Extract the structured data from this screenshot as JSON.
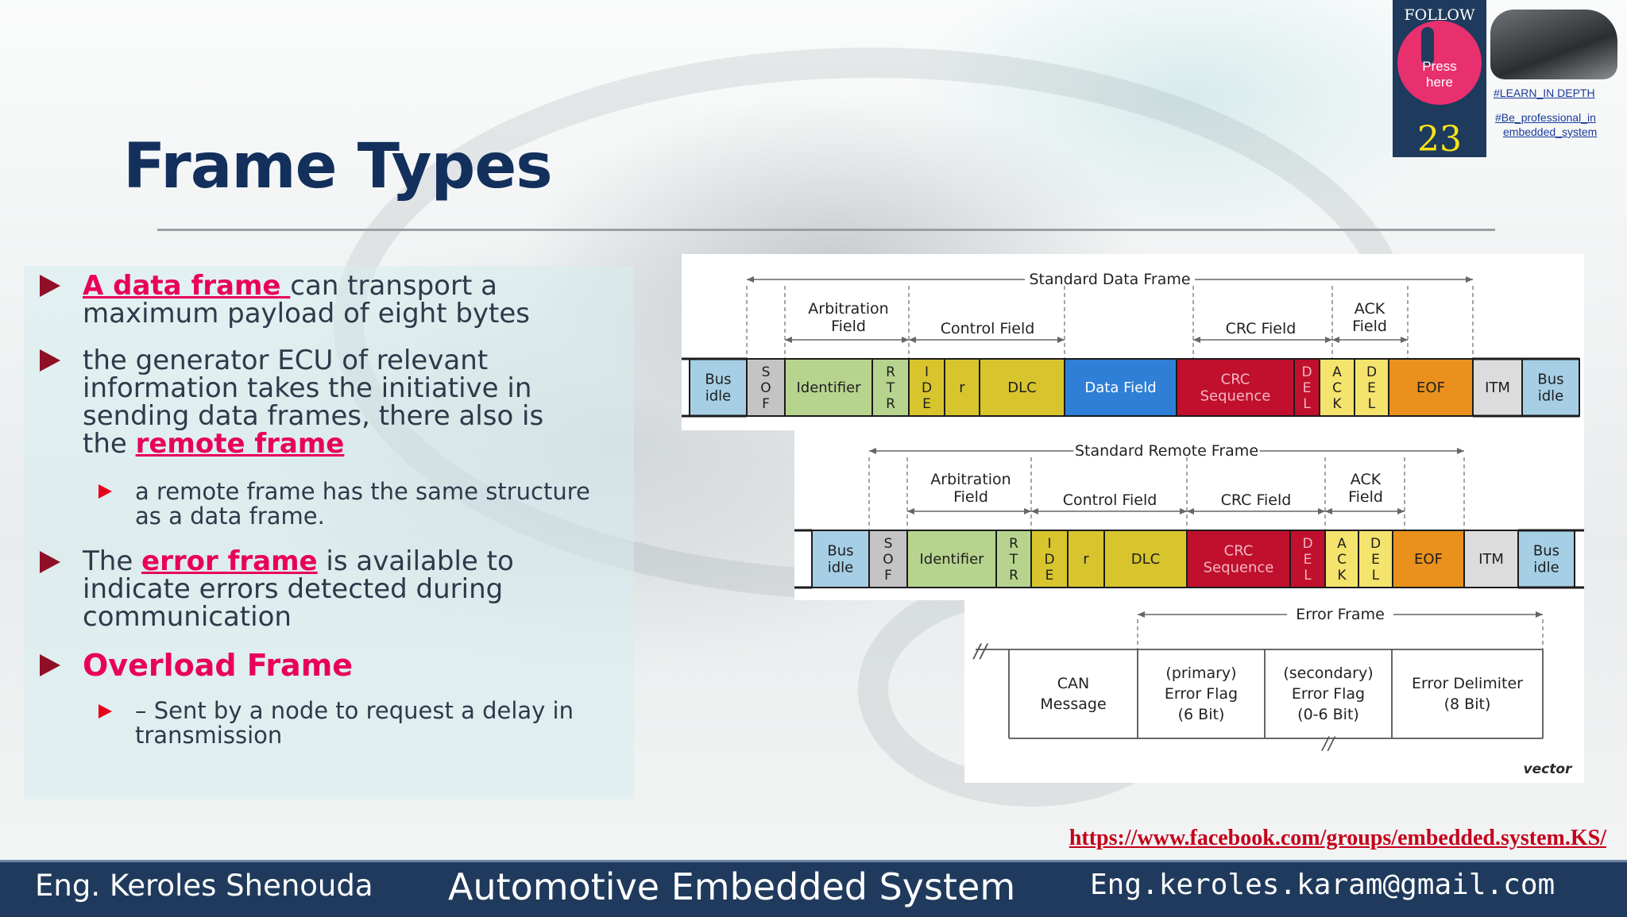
{
  "slide": {
    "title": "Frame Types"
  },
  "bullets": {
    "b1_link": "A data frame ",
    "b1_rest": "can transport a",
    "b1_line2": "maximum payload of eight bytes",
    "b2_line1": " the generator ECU of relevant",
    "b2_line2": "information takes the initiative in",
    "b2_line3": "sending data frames, there also is",
    "b2_the": "the ",
    "b2_link": "remote frame",
    "s1_line1": "a remote frame has the same structure",
    "s1_line2": "as a data frame.",
    "b3_pre": "The ",
    "b3_link": "error frame",
    "b3_rest": " is available to",
    "b3_line2": "indicate errors detected during",
    "b3_line3": "communication",
    "b4": "Overload Frame",
    "s2_line1": "– Sent by a node to request a delay in",
    "s2_line2": "transmission"
  },
  "follow": {
    "header": "FOLLOW US",
    "press": "Press",
    "here": "here",
    "count": "23",
    "tag1": "#LEARN_IN DEPTH",
    "tag2a": "#Be_professional_in",
    "tag2b": "embedded_system"
  },
  "diagram": {
    "data_title": "Standard Data Frame",
    "remote_title": "Standard Remote Frame",
    "error_title": "Error Frame",
    "arbitration": "Arbitration",
    "field": "Field",
    "control_field": "Control Field",
    "crc_field": "CRC Field",
    "ack": "ACK",
    "data_cells": [
      {
        "label": "Bus|idle",
        "color": "#a6cfe6"
      },
      {
        "label": "S|O|F",
        "color": "#c4c4c4"
      },
      {
        "label": "Identifier",
        "color": "#b7d48f"
      },
      {
        "label": "R|T|R",
        "color": "#b7d48f"
      },
      {
        "label": "I|D|E",
        "color": "#d8c52e"
      },
      {
        "label": "r",
        "color": "#d8c52e"
      },
      {
        "label": "DLC",
        "color": "#d8c52e"
      },
      {
        "label": "Data Field",
        "color": "#2f7fd6"
      },
      {
        "label": "CRC|Sequence",
        "color": "#c0102e"
      },
      {
        "label": "D|E|L",
        "color": "#c0102e"
      },
      {
        "label": "A|C|K",
        "color": "#f4e36c"
      },
      {
        "label": "D|E|L",
        "color": "#f4e36c"
      },
      {
        "label": "EOF",
        "color": "#e9911c"
      },
      {
        "label": "ITM",
        "color": "#dcdcdc"
      },
      {
        "label": "Bus|idle",
        "color": "#a6cfe6"
      }
    ],
    "remote_cells": [
      {
        "label": "Bus|idle",
        "color": "#a6cfe6"
      },
      {
        "label": "S|O|F",
        "color": "#c4c4c4"
      },
      {
        "label": "Identifier",
        "color": "#b7d48f"
      },
      {
        "label": "R|T|R",
        "color": "#b7d48f"
      },
      {
        "label": "I|D|E",
        "color": "#d8c52e"
      },
      {
        "label": "r",
        "color": "#d8c52e"
      },
      {
        "label": "DLC",
        "color": "#d8c52e"
      },
      {
        "label": "CRC|Sequence",
        "color": "#c0102e"
      },
      {
        "label": "D|E|L",
        "color": "#c0102e"
      },
      {
        "label": "A|C|K",
        "color": "#f4e36c"
      },
      {
        "label": "D|E|L",
        "color": "#f4e36c"
      },
      {
        "label": "EOF",
        "color": "#e9911c"
      },
      {
        "label": "ITM",
        "color": "#dcdcdc"
      },
      {
        "label": "Bus|idle",
        "color": "#a6cfe6"
      }
    ],
    "error_cells": [
      {
        "label": "CAN|Message"
      },
      {
        "label": "(primary)|Error Flag|(6 Bit)"
      },
      {
        "label": "(secondary)|Error Flag|(0-6 Bit)"
      },
      {
        "label": "Error Delimiter|(8 Bit)"
      }
    ],
    "vector_logo": "vector"
  },
  "links": {
    "facebook": "https://www.facebook.com/groups/embedded.system.KS/"
  },
  "footer": {
    "author": "Eng. Keroles Shenouda",
    "course": "Automotive Embedded System",
    "email": "Eng.keroles.karam@gmail.com"
  }
}
